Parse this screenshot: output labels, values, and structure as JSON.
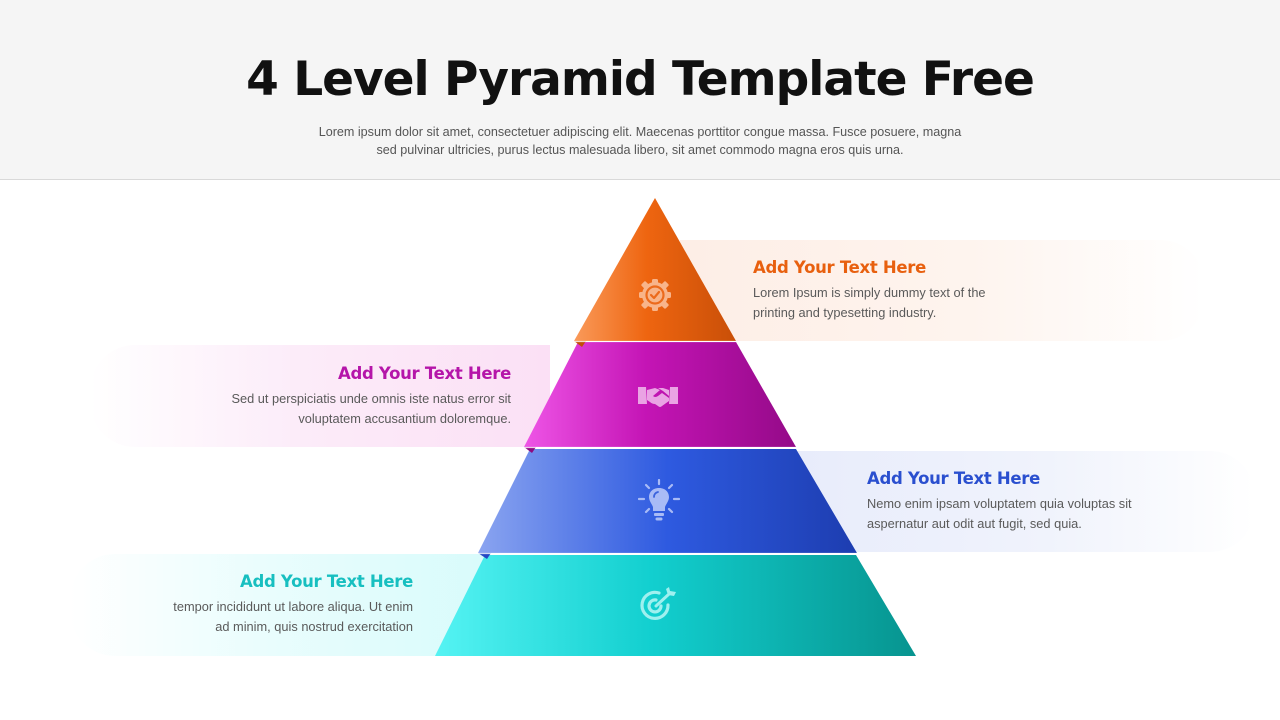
{
  "header": {
    "title": "4 Level Pyramid Template Free",
    "subtitle_line1": "Lorem ipsum dolor sit amet, consectetuer adipiscing elit. Maecenas porttitor congue massa. Fusce posuere, magna",
    "subtitle_line2": "sed pulvinar ultricies, purus lectus malesuada libero, sit amet commodo magna eros quis urna."
  },
  "levels": [
    {
      "level": 1,
      "icon": "gear-check-icon",
      "color": "#e8600f",
      "heading": "Add Your Text Here",
      "line1": "Lorem Ipsum is simply dummy text of the",
      "line2": "printing and typesetting industry.",
      "side": "right"
    },
    {
      "level": 2,
      "icon": "handshake-icon",
      "color": "#b515a9",
      "heading": "Add Your Text Here",
      "line1": "Sed ut perspiciatis unde omnis iste natus error sit",
      "line2": "voluptatem accusantium doloremque.",
      "side": "left"
    },
    {
      "level": 3,
      "icon": "lightbulb-icon",
      "color": "#2a4fcf",
      "heading": "Add Your Text Here",
      "line1": "Nemo enim ipsam voluptatem quia voluptas sit",
      "line2": "aspernatur aut odit aut fugit, sed quia.",
      "side": "right"
    },
    {
      "level": 4,
      "icon": "target-arrow-icon",
      "color": "#17bfc0",
      "heading": "Add Your Text Here",
      "line1": "tempor incididunt ut labore aliqua. Ut enim",
      "line2": "ad minim, quis nostrud exercitation",
      "side": "left"
    }
  ]
}
